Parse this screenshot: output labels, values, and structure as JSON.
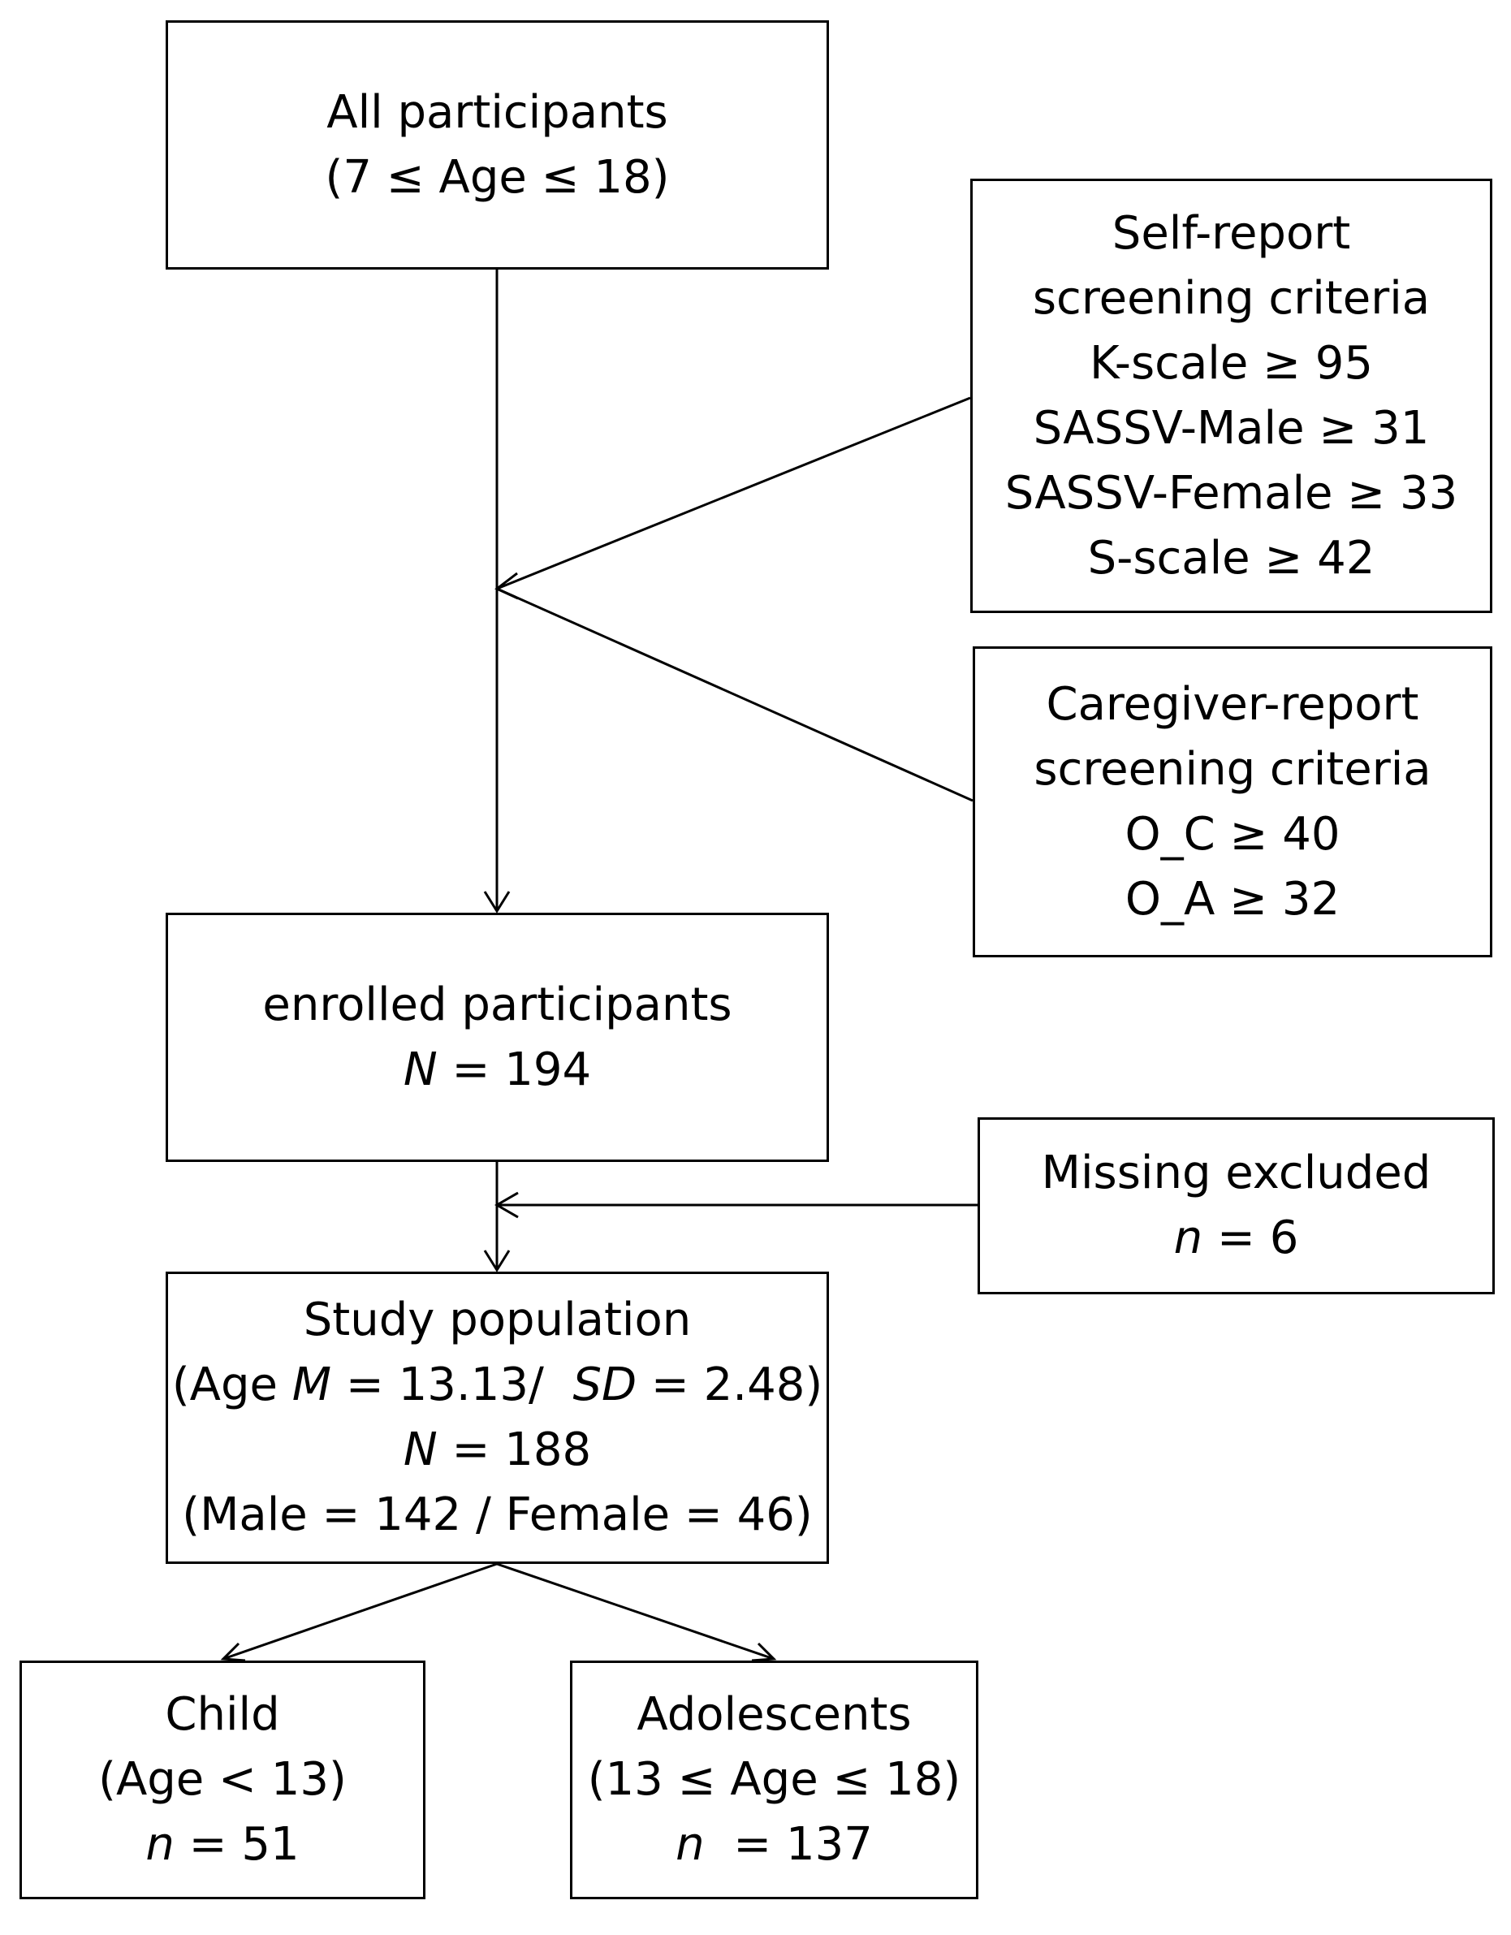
{
  "nodes": {
    "all_participants": {
      "title": "All participants",
      "age_range": "(7 ≤  Age ≤ 18)"
    },
    "self_report": {
      "title_line1": "Self-report",
      "title_line2": "screening criteria",
      "criteria": [
        "K-scale ≥ 95",
        "SASSV-Male ≥ 31",
        "SASSV-Female ≥ 33",
        "S-scale ≥ 42"
      ]
    },
    "caregiver_report": {
      "title_line1": "Caregiver-report",
      "title_line2": "screening criteria",
      "criteria": [
        "O_C ≥ 40",
        "O_A ≥ 32"
      ]
    },
    "enrolled": {
      "title": "enrolled participants",
      "n_symbol": "N",
      "n_rest": " = 194"
    },
    "missing": {
      "title": "Missing excluded",
      "n_symbol": "n",
      "n_rest": " = 6"
    },
    "study_population": {
      "title": "Study population",
      "age_prefix": "(Age ",
      "mean_symbol": "M",
      "mean_rest": " = 13.13/  ",
      "sd_symbol": "SD",
      "sd_rest": " = 2.48)",
      "n_symbol": "N",
      "n_rest": " = 188",
      "sex_split": "(Male = 142 / Female = 46)"
    },
    "child": {
      "title": "Child",
      "age_range": "(Age < 13)",
      "n_symbol": "n",
      "n_rest": " = 51"
    },
    "adolescents": {
      "title": "Adolescents",
      "age_range": "(13 ≤ Age ≤ 18)",
      "n_symbol": "n",
      "n_rest": "  = 137"
    }
  },
  "colors": {
    "line": "#000000",
    "box_border": "#000000",
    "background": "#ffffff"
  }
}
